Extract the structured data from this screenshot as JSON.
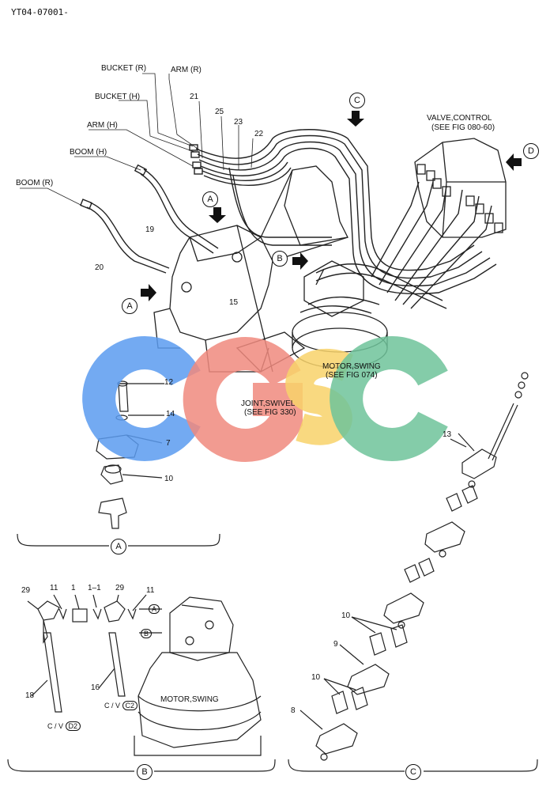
{
  "document_id": "YT04-07001-",
  "hose_labels": {
    "bucket_r": "BUCKET (R)",
    "arm_r": "ARM (R)",
    "bucket_h": "BUCKET (H)",
    "arm_h": "ARM (H)",
    "boom_h": "BOOM (H)",
    "boom_r": "BOOM (R)"
  },
  "references": {
    "valve_control_1": "VALVE,CONTROL",
    "valve_control_2": "(SEE FIG 080-60)",
    "motor_swing_1": "MOTOR,SWING",
    "motor_swing_2": "(SEE FIG 074)",
    "joint_swivel_1": "JOINT,SWIVEL",
    "joint_swivel_2": "(SEE FIG 330)",
    "motor_swing_detail": "MOTOR,SWING"
  },
  "view_markers": {
    "a": "A",
    "b": "B",
    "c": "C",
    "d": "D"
  },
  "part_numbers": {
    "p21": "21",
    "p25": "25",
    "p23": "23",
    "p22": "22",
    "p19": "19",
    "p20": "20",
    "p15": "15",
    "p12": "12",
    "p14": "14",
    "p7": "7",
    "p10a": "10",
    "p13": "13",
    "p29a": "29",
    "p11a": "11",
    "p1": "1",
    "p1_1": "1–1",
    "p29b": "29",
    "p11b": "11",
    "p18": "18",
    "p16": "16",
    "p10b": "10",
    "p9": "9",
    "p10c": "10",
    "p8": "8"
  },
  "cv_labels": {
    "cv_prefix_1": "C / V",
    "cv_code_1": "D2",
    "cv_prefix_2": "C / V",
    "cv_code_2": "C2"
  },
  "detail_tags": {
    "tag_a": "A",
    "tag_b": "B"
  },
  "section_labels": {
    "sec_a": "A",
    "sec_b": "B",
    "sec_c": "C"
  },
  "watermark": {
    "text": "CGSC",
    "colors": {
      "c1": "#5b9bf0",
      "g": "#f08a7e",
      "s": "#f8d26a",
      "c2": "#6fc39a"
    }
  }
}
